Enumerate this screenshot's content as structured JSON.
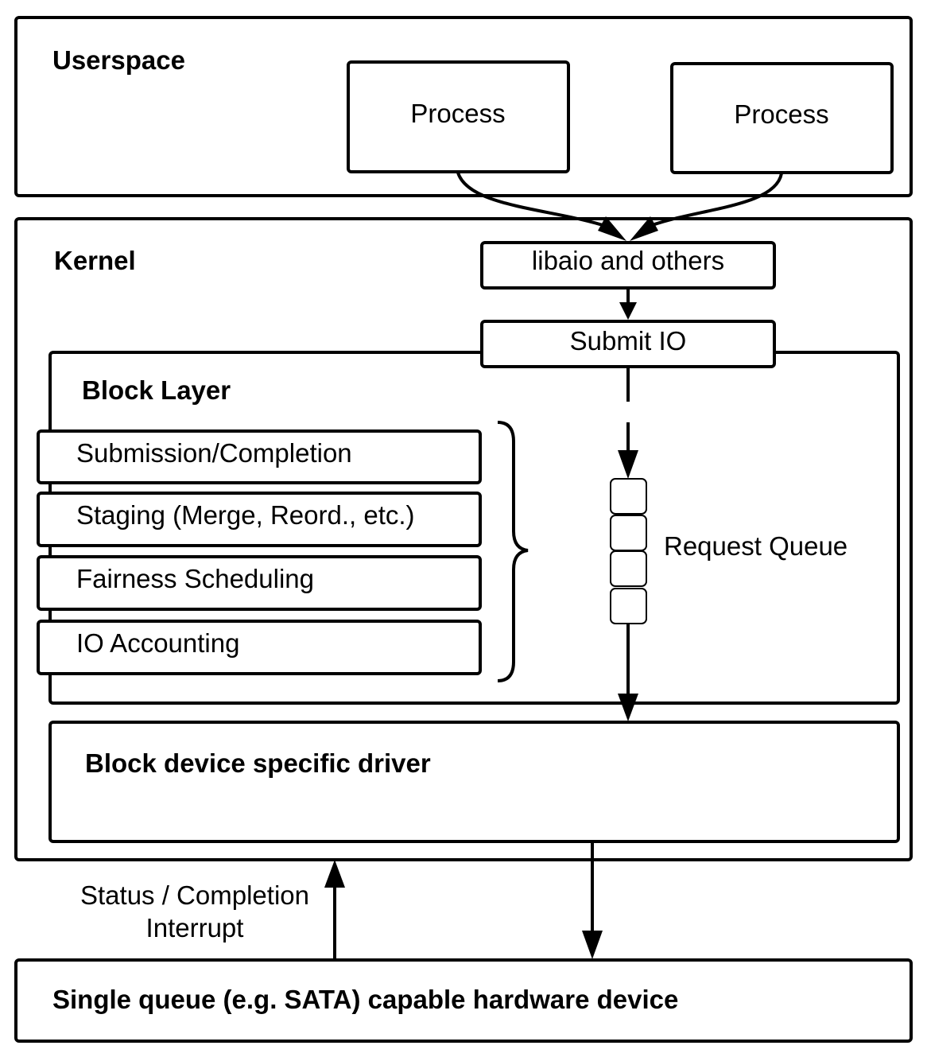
{
  "userspace": {
    "title": "Userspace",
    "processes": [
      "Process",
      "Process"
    ]
  },
  "kernel": {
    "title": "Kernel",
    "libaio": "libaio and others",
    "submit_io": "Submit IO",
    "block_layer": {
      "title": "Block Layer",
      "stages": [
        "Submission/Completion",
        "Staging (Merge, Reord., etc.)",
        "Fairness Scheduling",
        "IO Accounting"
      ],
      "request_queue_label": "Request Queue",
      "request_queue_slots": 4
    },
    "driver": {
      "title": "Block device specific driver"
    }
  },
  "status": {
    "line1": "Status / Completion",
    "line2": "Interrupt"
  },
  "hardware": {
    "title": "Single queue (e.g. SATA) capable hardware device"
  }
}
